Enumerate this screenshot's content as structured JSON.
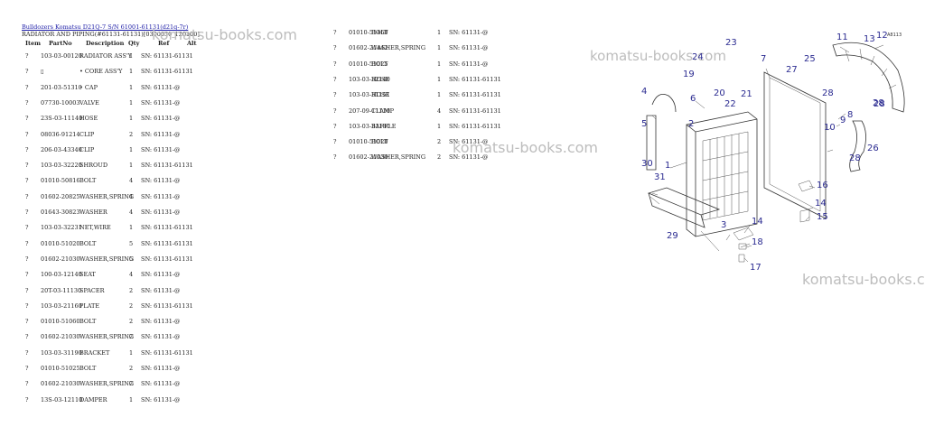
{
  "header": {
    "link_text": "Bulldozers Komatsu D21Q-7 S/N 61001-61131(d21q-7r)",
    "subtitle": "RADIATOR AND PIPING(#61131-61131)[0300030_120100]"
  },
  "columns": {
    "item": "Item",
    "partno": "PartNo",
    "description": "Description",
    "qty": "Qty",
    "ref": "Ref",
    "alt": "Alt"
  },
  "left_rows": [
    {
      "item": "?",
      "partno": "103-03-00120",
      "desc": "RADIATOR ASS'Y",
      "qty": "1",
      "ref": "SN: 61131-61131"
    },
    {
      "item": "?",
      "partno": "▯",
      "desc": "• CORE ASS'Y",
      "qty": "1",
      "ref": "SN: 61131-61131"
    },
    {
      "item": "?",
      "partno": "201-03-51310",
      "desc": "• CAP",
      "qty": "1",
      "ref": "SN: 61131-@"
    },
    {
      "item": "?",
      "partno": "07730-10003",
      "desc": "VALVE",
      "qty": "1",
      "ref": "SN: 61131-@"
    },
    {
      "item": "?",
      "partno": "23S-03-11140",
      "desc": "HOSE",
      "qty": "1",
      "ref": "SN: 61131-@"
    },
    {
      "item": "?",
      "partno": "08036-91214",
      "desc": "CLIP",
      "qty": "2",
      "ref": "SN: 61131-@"
    },
    {
      "item": "?",
      "partno": "206-03-43340",
      "desc": "CLIP",
      "qty": "1",
      "ref": "SN: 61131-@"
    },
    {
      "item": "?",
      "partno": "103-03-32220",
      "desc": "SHROUD",
      "qty": "1",
      "ref": "SN: 61131-61131"
    },
    {
      "item": "?",
      "partno": "01010-50816",
      "desc": "BOLT",
      "qty": "4",
      "ref": "SN: 61131-@"
    },
    {
      "item": "?",
      "partno": "01602-20825",
      "desc": "WASHER,SPRING",
      "qty": "4",
      "ref": "SN: 61131-@"
    },
    {
      "item": "?",
      "partno": "01643-30823",
      "desc": "WASHER",
      "qty": "4",
      "ref": "SN: 61131-@"
    },
    {
      "item": "?",
      "partno": "103-03-32231",
      "desc": "NET,WIRE",
      "qty": "1",
      "ref": "SN: 61131-61131"
    },
    {
      "item": "?",
      "partno": "01010-51020",
      "desc": "BOLT",
      "qty": "5",
      "ref": "SN: 61131-61131"
    },
    {
      "item": "?",
      "partno": "01602-21030",
      "desc": "WASHER,SPRING",
      "qty": "5",
      "ref": "SN: 61131-61131"
    },
    {
      "item": "?",
      "partno": "100-03-12140",
      "desc": "SEAT",
      "qty": "4",
      "ref": "SN: 61131-@"
    },
    {
      "item": "?",
      "partno": "20T-03-11130",
      "desc": "SPACER",
      "qty": "2",
      "ref": "SN: 61131-@"
    },
    {
      "item": "?",
      "partno": "103-03-21160",
      "desc": "PLATE",
      "qty": "2",
      "ref": "SN: 61131-61131"
    },
    {
      "item": "?",
      "partno": "01010-51060",
      "desc": "BOLT",
      "qty": "2",
      "ref": "SN: 61131-@"
    },
    {
      "item": "?",
      "partno": "01602-21030",
      "desc": "WASHER,SPRING",
      "qty": "2",
      "ref": "SN: 61131-@"
    },
    {
      "item": "?",
      "partno": "103-03-31190",
      "desc": "BRACKET",
      "qty": "1",
      "ref": "SN: 61131-61131"
    },
    {
      "item": "?",
      "partno": "01010-51025",
      "desc": "BOLT",
      "qty": "2",
      "ref": "SN: 61131-@"
    },
    {
      "item": "?",
      "partno": "01602-21030",
      "desc": "WASHER,SPRING",
      "qty": "2",
      "ref": "SN: 61131-@"
    },
    {
      "item": "?",
      "partno": "13S-03-12110",
      "desc": "DAMPER",
      "qty": "1",
      "ref": "SN: 61131-@"
    }
  ],
  "right_rows": [
    {
      "item": "?",
      "partno": "01010-51460",
      "desc": "BOLT",
      "qty": "1",
      "ref": "SN: 61131-@"
    },
    {
      "item": "?",
      "partno": "01602-21442",
      "desc": "WASHER,SPRING",
      "qty": "1",
      "ref": "SN: 61131-@"
    },
    {
      "item": "?",
      "partno": "01010-51025",
      "desc": "BOLT",
      "qty": "1",
      "ref": "SN: 61131-@"
    },
    {
      "item": "?",
      "partno": "103-03-32140",
      "desc": "HOSE",
      "qty": "1",
      "ref": "SN: 61131-61131"
    },
    {
      "item": "?",
      "partno": "103-03-31151",
      "desc": "HOSE",
      "qty": "1",
      "ref": "SN: 61131-61131"
    },
    {
      "item": "?",
      "partno": "207-09-11110",
      "desc": "CLAMP",
      "qty": "4",
      "ref": "SN: 61131-61131"
    },
    {
      "item": "?",
      "partno": "103-03-31180",
      "desc": "BAFFLE",
      "qty": "1",
      "ref": "SN: 61131-61131"
    },
    {
      "item": "?",
      "partno": "01010-51020",
      "desc": "BOLT",
      "qty": "2",
      "ref": "SN: 61131-@"
    },
    {
      "item": "?",
      "partno": "01602-21030",
      "desc": "WASHER,SPRING",
      "qty": "2",
      "ref": "SN: 61131-@"
    }
  ],
  "watermark": "komatsu-books.com",
  "diagram": {
    "code": "A8113",
    "labels": [
      "1",
      "2",
      "3",
      "4",
      "5",
      "6",
      "7",
      "8",
      "9",
      "10",
      "11",
      "12",
      "13",
      "14",
      "14",
      "15",
      "16",
      "17",
      "18",
      "19",
      "20",
      "21",
      "22",
      "23",
      "24",
      "25",
      "26",
      "27",
      "28",
      "28",
      "28",
      "28",
      "29",
      "30",
      "31"
    ]
  }
}
